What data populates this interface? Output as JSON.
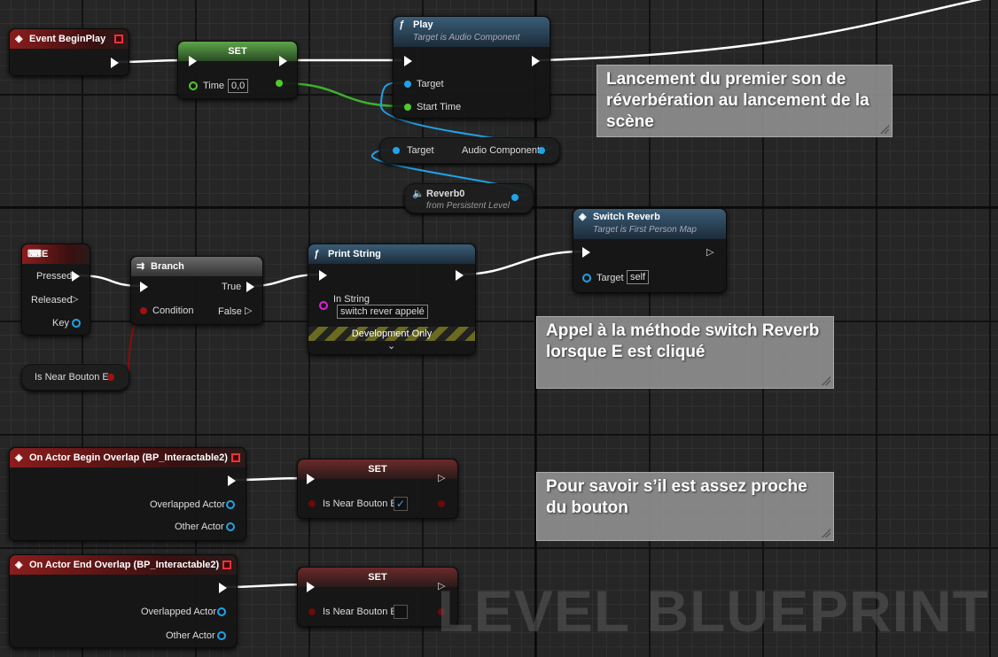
{
  "nodes": {
    "begin_play": {
      "title": "Event BeginPlay"
    },
    "set_time": {
      "title": "SET",
      "pin_time": "Time",
      "time_value": "0,0"
    },
    "play": {
      "title": "Play",
      "subtitle": "Target is Audio Component",
      "pin_target": "Target",
      "pin_start_time": "Start Time"
    },
    "audio_component": {
      "pin_target": "Target",
      "pin_out": "Audio Component"
    },
    "reverb0": {
      "title": "Reverb0",
      "subtitle": "from Persistent Level"
    },
    "key_e": {
      "title": "E",
      "pin_pressed": "Pressed",
      "pin_released": "Released",
      "pin_key": "Key"
    },
    "branch": {
      "title": "Branch",
      "pin_condition": "Condition",
      "pin_true": "True",
      "pin_false": "False"
    },
    "print_string": {
      "title": "Print String",
      "pin_in_string": "In String",
      "in_string_value": "switch rever appelé",
      "dev_only": "Development Only"
    },
    "switch_reverb": {
      "title": "Switch Reverb",
      "subtitle": "Target is First Person Map",
      "pin_target": "Target",
      "target_value": "self"
    },
    "is_near_getter": {
      "label": "Is Near Bouton E"
    },
    "begin_overlap": {
      "title": "On Actor Begin Overlap (BP_Interactable2)",
      "pin_overlapped": "Overlapped Actor",
      "pin_other": "Other Actor"
    },
    "set_near_true": {
      "title": "SET",
      "pin_label": "Is Near Bouton E",
      "checked": "✓"
    },
    "end_overlap": {
      "title": "On Actor End Overlap (BP_Interactable2)",
      "pin_overlapped": "Overlapped Actor",
      "pin_other": "Other Actor"
    },
    "set_near_false": {
      "title": "SET",
      "pin_label": "Is Near Bouton E"
    }
  },
  "comments": {
    "c1": "Lancement du premier son de réverbération au lancement de la scène",
    "c2": "Appel à la méthode switch Reverb lorsque E est cliqué",
    "c3": "Pour savoir s’il est assez proche du bouton"
  },
  "watermark": "LEVEL BLUEPRINT",
  "colors": {
    "exec": "#ffffff",
    "object": "#1fa3e8",
    "float": "#54c92a",
    "bool": "#a01010",
    "string": "#e020e0"
  }
}
